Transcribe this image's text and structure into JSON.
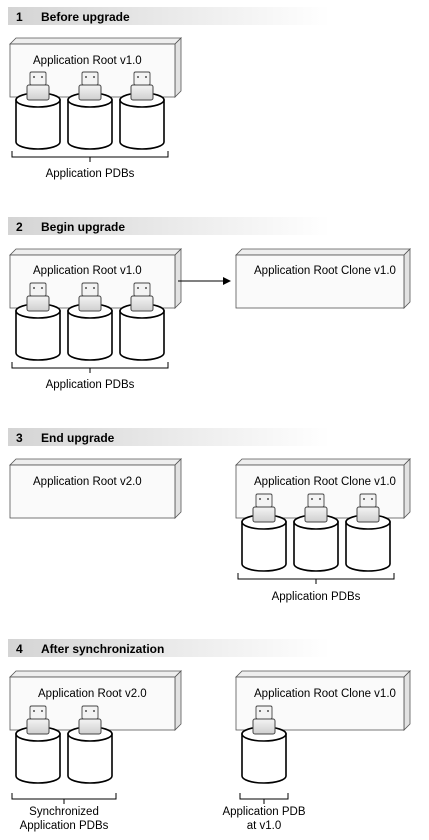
{
  "steps": [
    {
      "number": "1",
      "title": "Before upgrade",
      "root_label": "Application Root v1.0",
      "pdb_caption": "Application PDBs"
    },
    {
      "number": "2",
      "title": "Begin upgrade",
      "root_label": "Application Root v1.0",
      "pdb_caption": "Application PDBs",
      "clone_label": "Application Root Clone v1.0"
    },
    {
      "number": "3",
      "title": "End upgrade",
      "root_label": "Application Root v2.0",
      "clone_label": "Application Root Clone v1.0",
      "pdb_caption": "Application PDBs"
    },
    {
      "number": "4",
      "title": "After synchronization",
      "root_label": "Application Root v2.0",
      "clone_label": "Application Root Clone v1.0",
      "sync_caption_line1": "Synchronized",
      "sync_caption_line2": "Application PDBs",
      "pdb_caption_line1": "Application PDB",
      "pdb_caption_line2": "at v1.0"
    }
  ],
  "colors": {
    "header_gradient_start": "#d4d4d4",
    "header_gradient_end": "#ffffff",
    "box_face": "#f7f7f7",
    "box_top": "#eeeeee",
    "box_side": "#e2e2e2",
    "line": "#000000"
  }
}
